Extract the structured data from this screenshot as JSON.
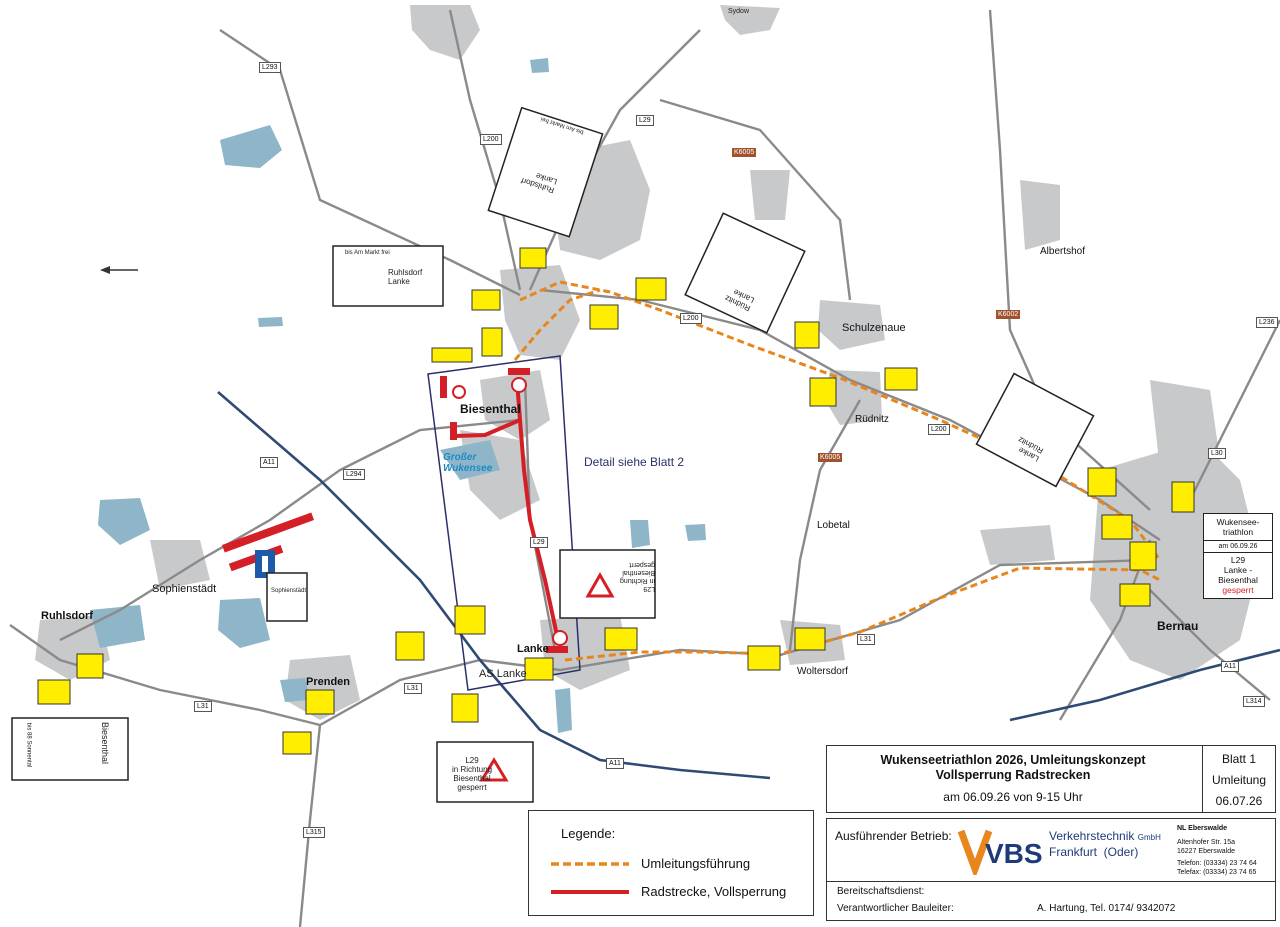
{
  "towns": {
    "biesenthal": "Biesenthal",
    "grosser_wukensee": "Großer\nWukensee",
    "detail": "Detail siehe Blatt 2",
    "lanke": "Lanke",
    "as_lanke": "AS Lanke",
    "prenden": "Prenden",
    "ruhlsdorf": "Ruhlsdorf",
    "sophienstaedt": "Sophienstädt",
    "schulzenaue": "Schulzenaue",
    "ruednitz": "Rüdnitz",
    "lobetal": "Lobetal",
    "woltersdorf": "Woltersdorf",
    "bernau": "Bernau",
    "albertshof": "Albertshof",
    "sydow": "Sydow"
  },
  "roads": {
    "l293": "L293",
    "l200a": "L200",
    "l29a": "L29",
    "k6005a": "K6005",
    "l200b": "L200",
    "l200c": "L200",
    "k6002": "K6002",
    "l236": "L236",
    "l30": "L30",
    "k6005b": "K6005",
    "a11a": "A11",
    "l294": "L294",
    "l29b": "L29",
    "l31a": "L31",
    "l31b": "L31",
    "l31c": "L31",
    "l315": "L315",
    "a11b": "A11",
    "a11c": "A11",
    "l314": "L314"
  },
  "signs": {
    "s1": "Ruhlsdorf\nLanke",
    "s1b": "bis Am Markt frei",
    "s2": "Ruhlsdorf\nLanke",
    "s2b": "bis Am Markt frei",
    "s3": "Rüdnitz\nLanke",
    "s4": "Lanke\nRüdnitz",
    "s5": "L29\nin Richtung\nBiesenthal\ngesperrt",
    "s6": "Biesenthal",
    "s6b": "bis 88 Sonnental",
    "s7": "L29\nin Richtung\nBiesenthal\ngesperrt",
    "bernau_title": "Wukensee-\ntriathlon",
    "bernau_date": "am 06.09.26",
    "bernau_l1": "L29",
    "bernau_l2": "Lanke -\nBiesenthal",
    "bernau_l3": "gesperrt",
    "sophie": "Sophienstädt"
  },
  "title": {
    "line1": "Wukenseetriathlon 2026, Umleitungskonzept",
    "line2": "Vollsperrung Radstrecken",
    "line3": "am 06.09.26 von 9-15 Uhr",
    "sheet": "Blatt 1",
    "type": "Umleitung",
    "date": "06.07.26"
  },
  "company": {
    "label": "Ausführender Betrieb:",
    "logo": "VBS",
    "name": "Verkehrstechnik",
    "gmbh": "GmbH",
    "city": "Frankfurt  (Oder)",
    "branch": "NL Eberswalde",
    "street": "Altenhofer Str. 15a",
    "zip": "16227 Eberswalde",
    "phone": "Telefon:  (03334) 23 74 64",
    "fax": "Telefax:  (03334) 23 74 65"
  },
  "duty": {
    "label": "Bereitschaftsdienst:",
    "manager_label": "Verantwortlicher Bauleiter:",
    "manager": "A. Hartung, Tel. 0174/ 9342072"
  },
  "legend": {
    "title": "Legende:",
    "detour": "Umleitungsführung",
    "closure": "Radstrecke, Vollsperrung"
  },
  "colors": {
    "detour": "#e8861e",
    "closure": "#d51f26",
    "settlement": "#c8c9cb",
    "water": "#8fb6c8",
    "motorway": "#2f4a73",
    "road": "#8a8a8a",
    "sign_yellow": "#ffee00"
  }
}
